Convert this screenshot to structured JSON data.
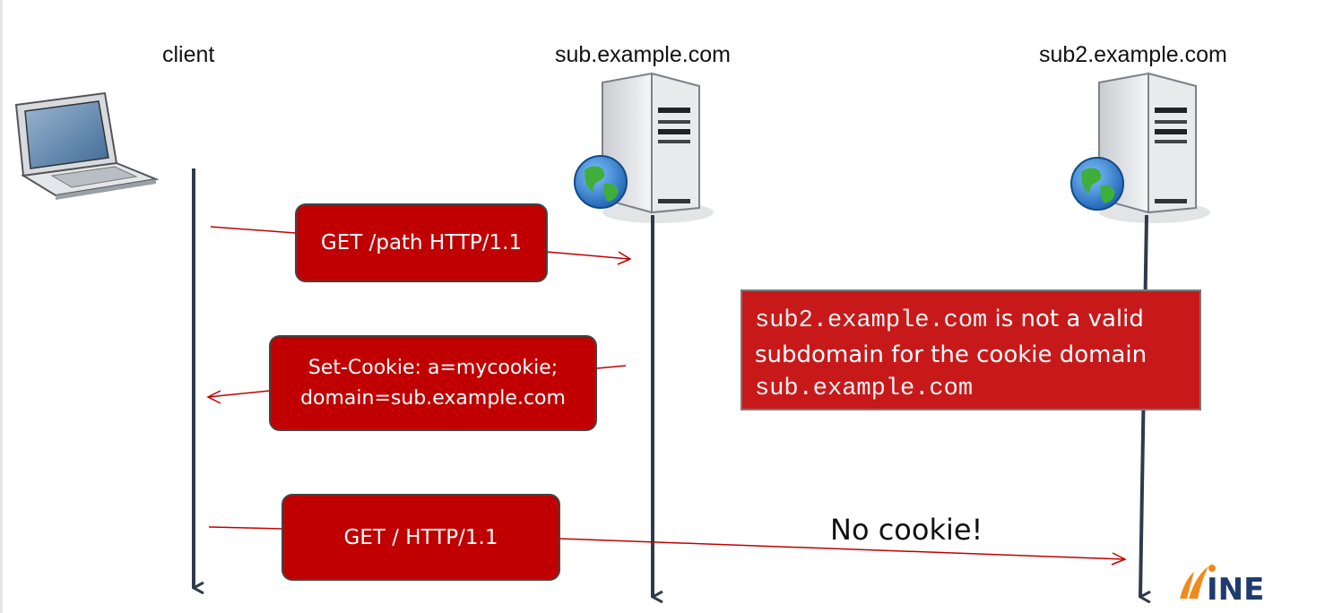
{
  "actors": {
    "client": "client",
    "server1": "sub.example.com",
    "server2": "sub2.example.com"
  },
  "messages": {
    "request1": "GET /path HTTP/1.1",
    "response_line1": "Set-Cookie: a=mycookie;",
    "response_line2": "domain=sub.example.com",
    "request2": "GET / HTTP/1.1"
  },
  "note": {
    "code1": "sub2.example.com",
    "text1": " is not a valid",
    "text2": "subdomain for the cookie domain",
    "code2": "sub.example.com"
  },
  "annotation": "No cookie!",
  "logo": "INE",
  "colors": {
    "box_red": "#c00000",
    "note_red": "#c8191a",
    "arrow_red": "#c00000",
    "lifeline": "#2f3b4c",
    "logo_orange": "#f08a1c",
    "logo_navy": "#1f3b6e"
  },
  "icons": [
    "laptop-icon",
    "server-icon",
    "globe-icon"
  ]
}
